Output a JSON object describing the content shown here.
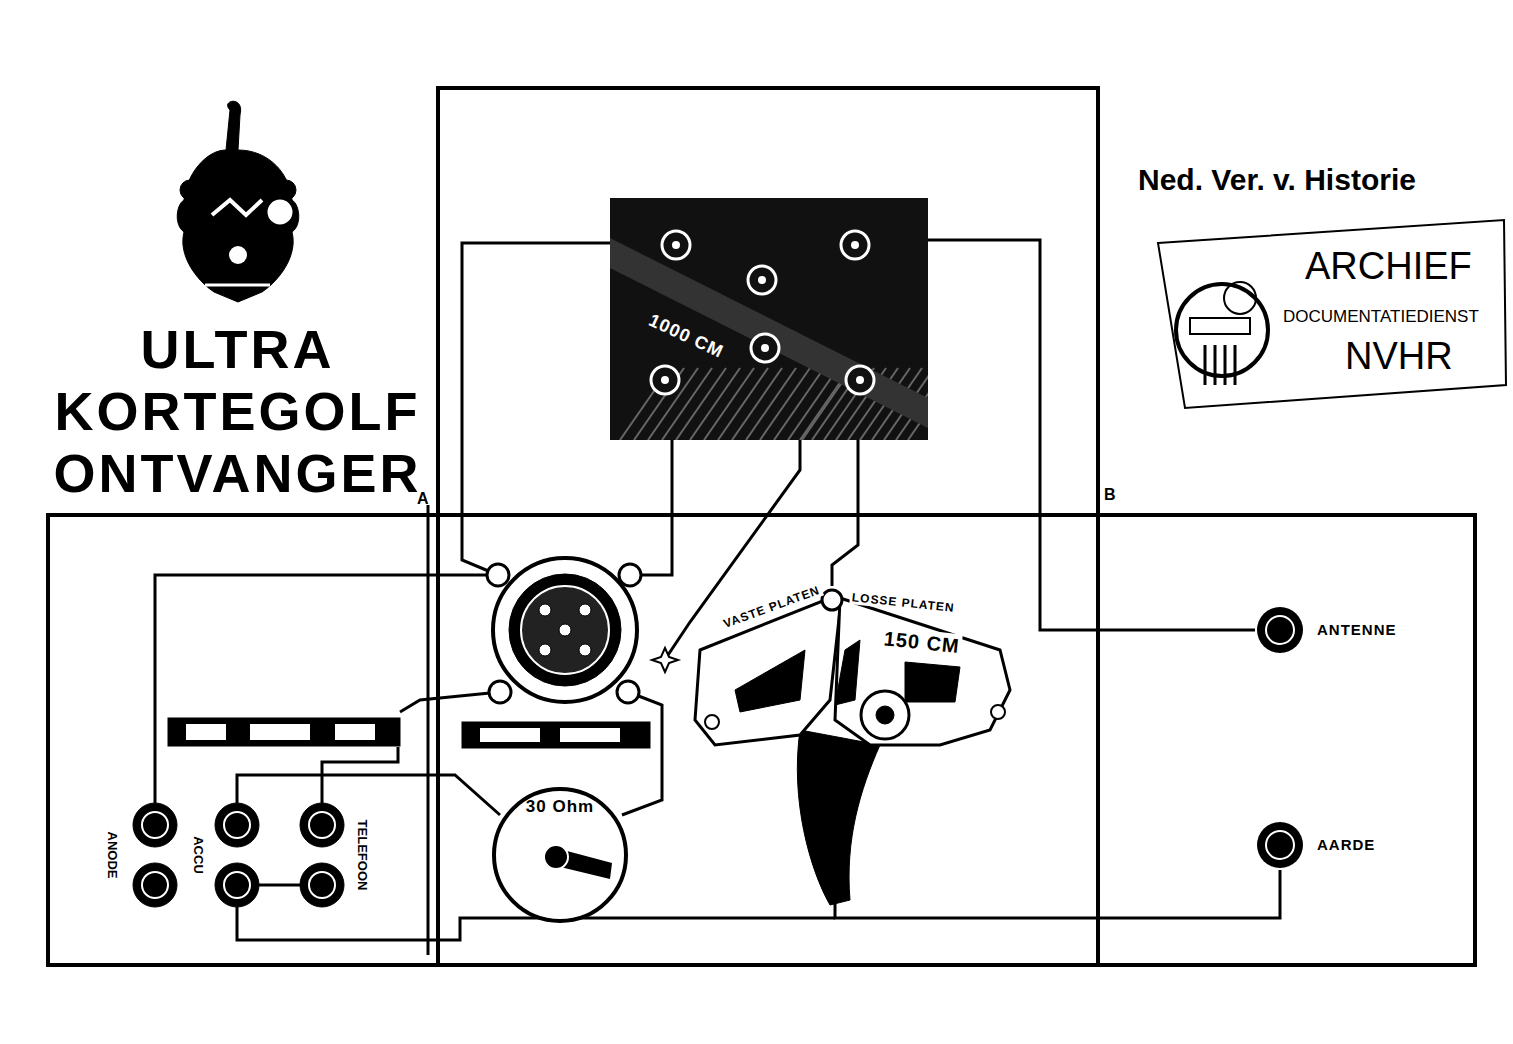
{
  "diagram": {
    "title": "ULTRA KORTEGOLF ONTVANGER",
    "nodes": [
      {
        "text": [
          "1000 CM"
        ]
      },
      {
        "text": [
          "VASTE PLATEN",
          "LOSSE PLATEN",
          "150 CM"
        ]
      },
      {
        "text": [
          "ANTENNE"
        ]
      },
      {
        "text": [
          "AARDE"
        ]
      },
      {
        "text": [
          "30 Ohm"
        ]
      }
    ],
    "edges": [
      {
        "from": 0,
        "to": 2,
        "arrow": "none"
      },
      {
        "from": 0,
        "to": 1,
        "arrow": "none"
      },
      {
        "from": 1,
        "to": 3,
        "arrow": "none"
      }
    ],
    "labels": [
      "Ned. Ver. v. Historie",
      "ARCHIEF",
      "DOCUMENTATIEDIENST",
      "NVHR",
      "A",
      "B",
      "ANODE",
      "ACCU",
      "TELEFOON"
    ]
  }
}
